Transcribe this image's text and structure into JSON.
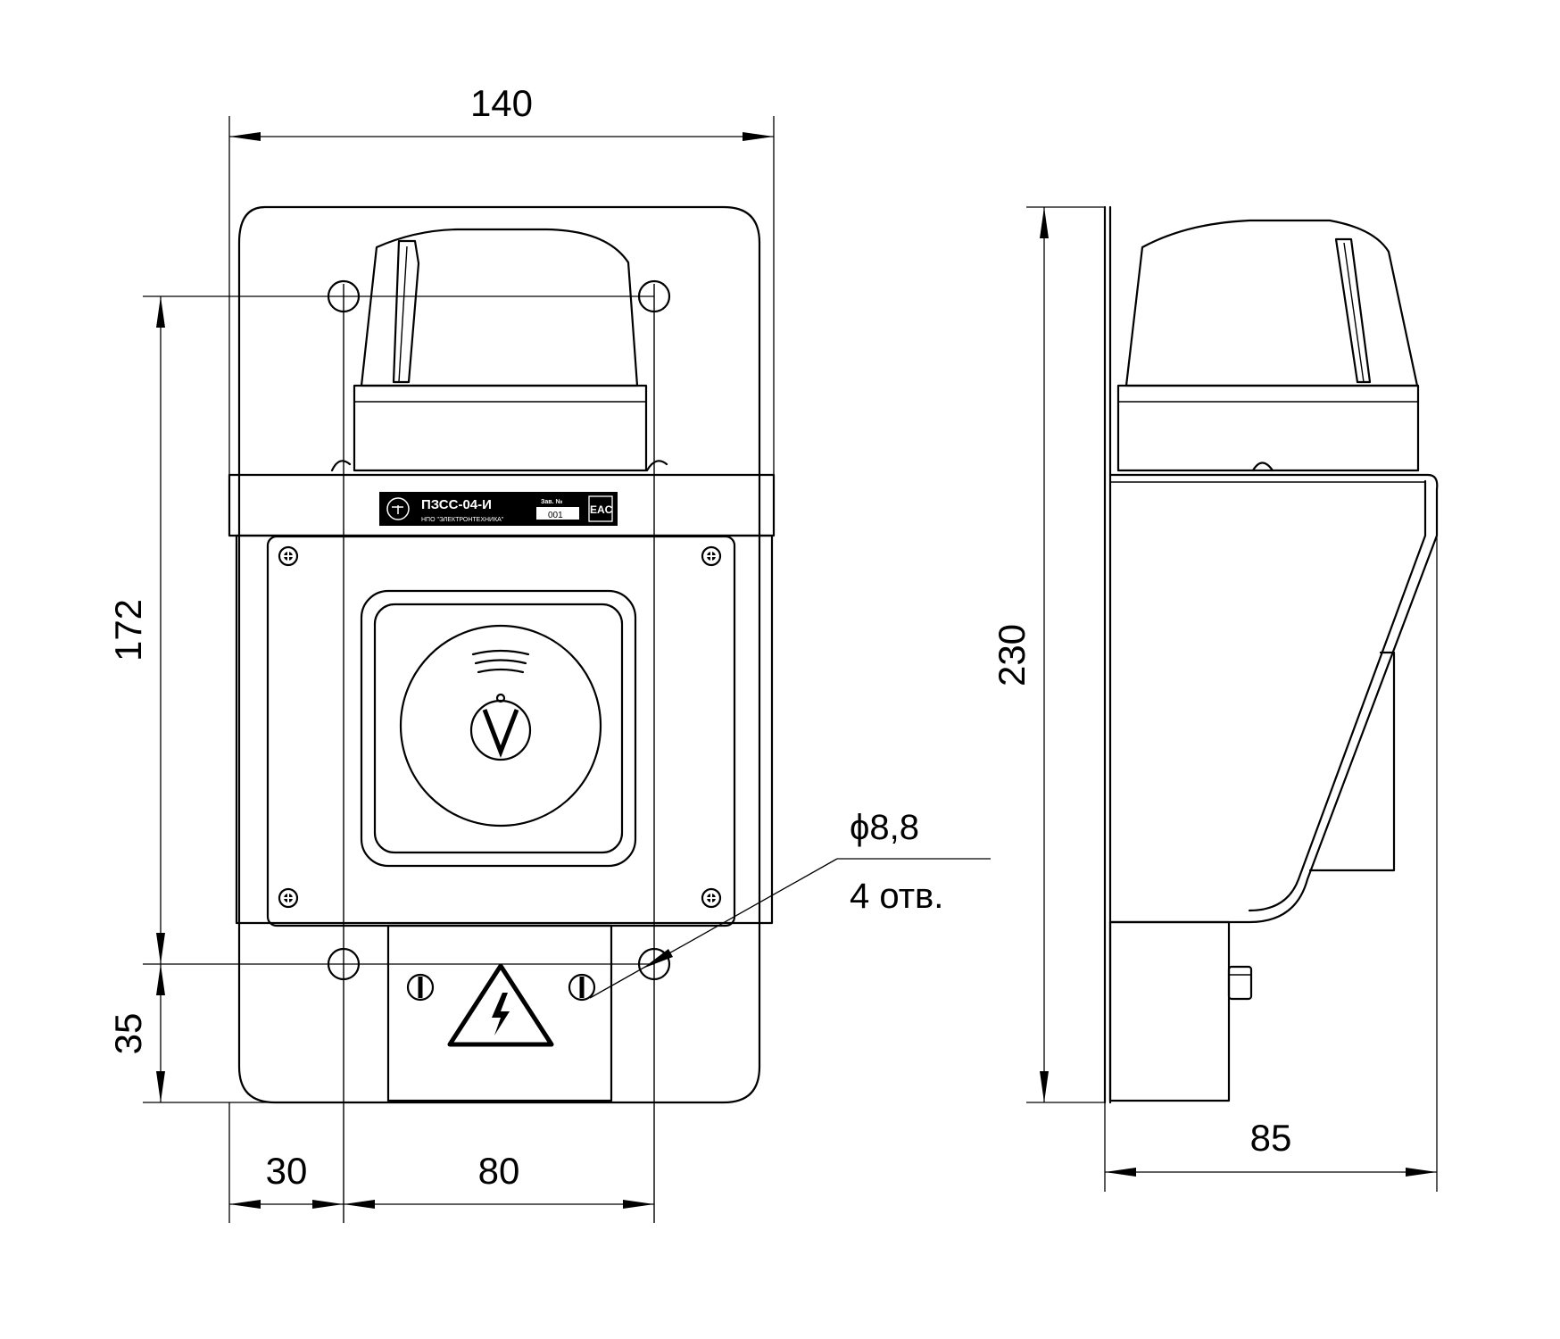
{
  "dimensions": {
    "front_width": "140",
    "front_height": "172",
    "bottom_offset": "35",
    "left_offset": "30",
    "hole_spacing": "80",
    "side_height": "230",
    "side_depth": "85"
  },
  "holes": {
    "diameter": "ϕ8,8",
    "count": "4 отв."
  },
  "nameplate": {
    "model": "ПЗСС-04-И",
    "manufacturer": "НПО \"ЭЛЕКТРОНТЕХНИКА\"",
    "serial_label": "Зав. №",
    "serial_value": "001",
    "cert_mark": "EAC"
  },
  "icons": [
    "manufacturer-logo-icon",
    "high-voltage-warning-icon",
    "siren-button-icon",
    "screw-icon"
  ]
}
